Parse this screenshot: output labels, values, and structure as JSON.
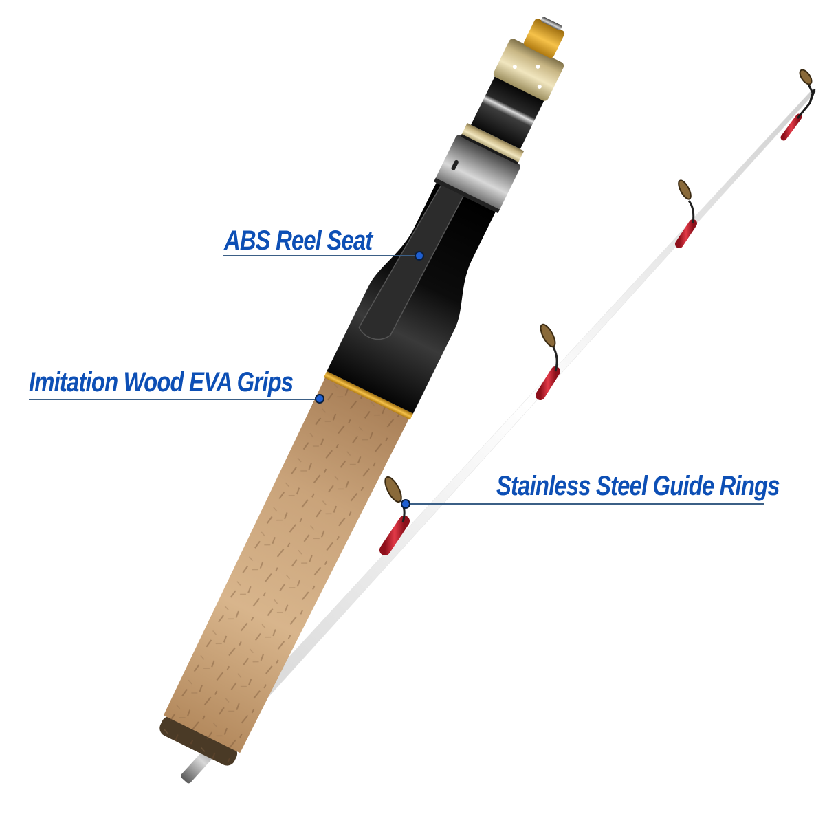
{
  "product": {
    "subject": "ice fishing rod with cork handle and fiberglass tip",
    "colors": {
      "label_text": "#0d4fb5",
      "leader_line": "#3b5f86",
      "marker_dot": "#1f5fd1",
      "cork": "#c9a37a",
      "reel_seat": "#111111",
      "gold_trim": "#d9a21c",
      "tip_blank": "#f4f4f4",
      "guide_wrap": "#c8212f"
    }
  },
  "callouts": [
    {
      "id": "reel-seat",
      "label": "ABS Reel Seat"
    },
    {
      "id": "grips",
      "label": "Imitation Wood EVA Grips"
    },
    {
      "id": "guides",
      "label": "Stainless Steel Guide Rings"
    }
  ]
}
